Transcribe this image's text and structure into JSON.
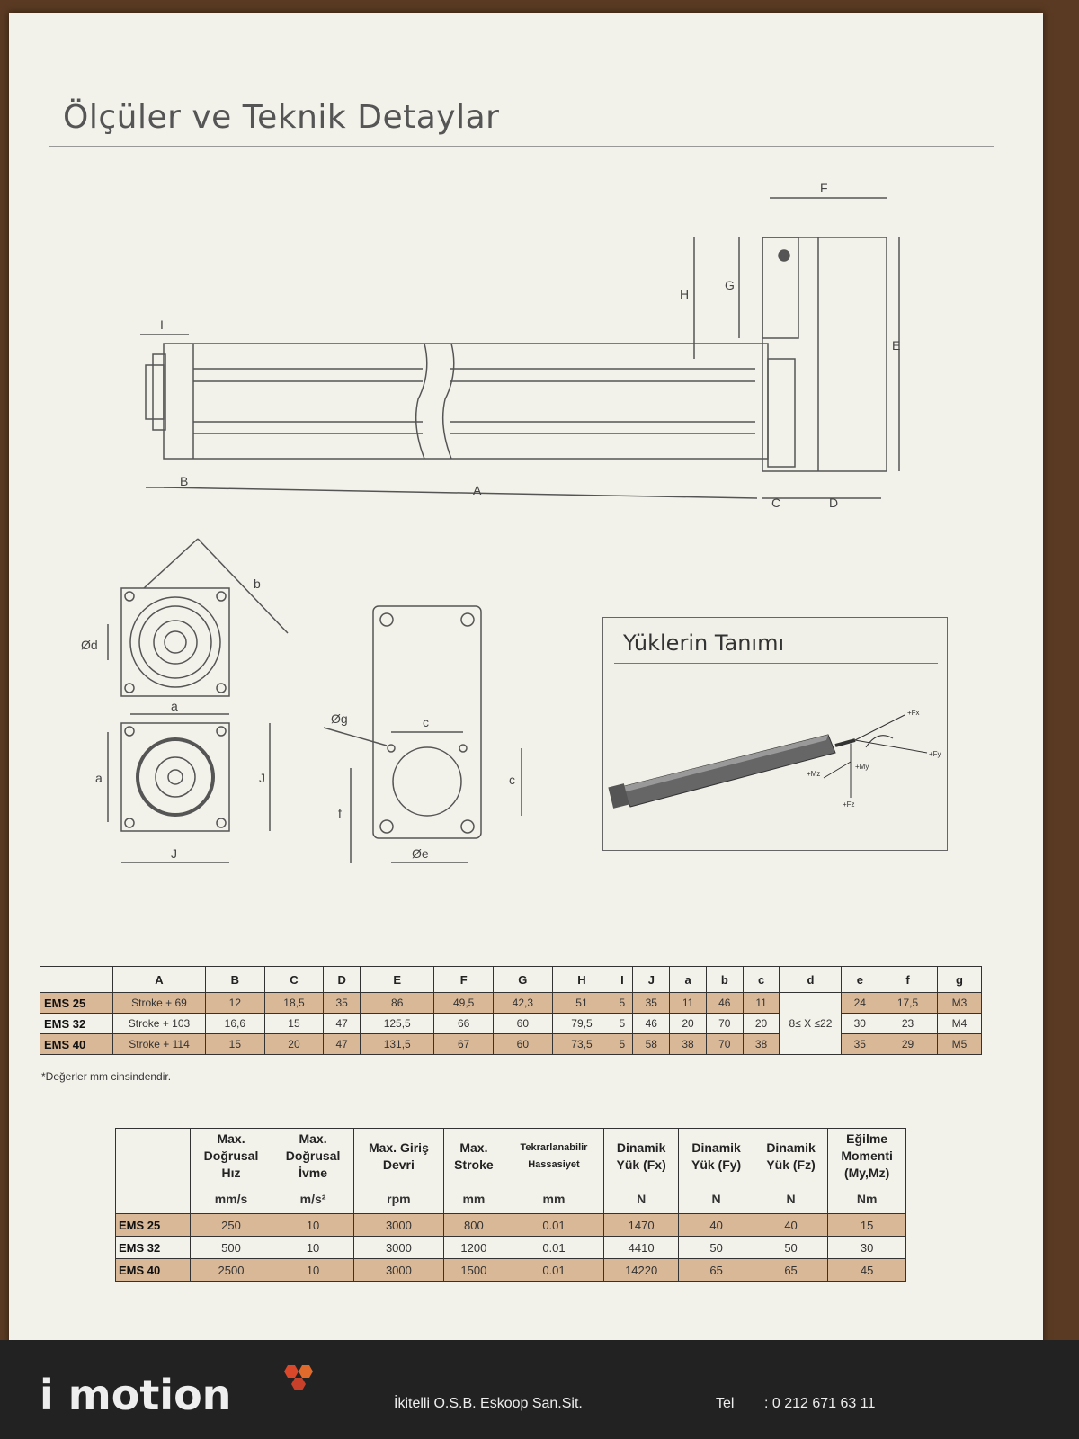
{
  "title": "Ölçüler ve Teknik Detaylar",
  "drawing_labels": {
    "I": "I",
    "B": "B",
    "A": "A",
    "C": "C",
    "D": "D",
    "E": "E",
    "F": "F",
    "G": "G",
    "H": "H",
    "b": "b",
    "d": "Ød",
    "a_top": "a",
    "a_side": "a",
    "J_bottom": "J",
    "J_side": "J",
    "g": "Øg",
    "c_top": "c",
    "c_side": "c",
    "f": "f",
    "e": "Øe"
  },
  "loads": {
    "title": "Yüklerin Tanımı",
    "labels": {
      "fx": "+Fx",
      "fy": "+Fy",
      "my": "+My",
      "mz": "+Mz",
      "fz": "+Fz"
    }
  },
  "dimension_table": {
    "headers": [
      "",
      "A",
      "B",
      "C",
      "D",
      "E",
      "F",
      "G",
      "H",
      "I",
      "J",
      "a",
      "b",
      "c",
      "d",
      "e",
      "f",
      "g"
    ],
    "rows": [
      {
        "model": "EMS 25",
        "cells": [
          "Stroke + 69",
          "12",
          "18,5",
          "35",
          "86",
          "49,5",
          "42,3",
          "51",
          "5",
          "35",
          "11",
          "46",
          "11"
        ],
        "tail": [
          "24",
          "17,5",
          "M3"
        ]
      },
      {
        "model": "EMS 32",
        "cells": [
          "Stroke + 103",
          "16,6",
          "15",
          "47",
          "125,5",
          "66",
          "60",
          "79,5",
          "5",
          "46",
          "20",
          "70",
          "20"
        ],
        "tail": [
          "30",
          "23",
          "M4"
        ]
      },
      {
        "model": "EMS 40",
        "cells": [
          "Stroke + 114",
          "15",
          "20",
          "47",
          "131,5",
          "67",
          "60",
          "73,5",
          "5",
          "58",
          "38",
          "70",
          "38"
        ],
        "tail": [
          "35",
          "29",
          "M5"
        ]
      }
    ],
    "d_merged": "8≤ X ≤22",
    "footnote": "*Değerler mm cinsindendir."
  },
  "spec_table": {
    "headers": [
      [
        "Max.",
        "Doğrusal",
        "Hız"
      ],
      [
        "Max.",
        "Doğrusal",
        "İvme"
      ],
      [
        "Max. Giriş",
        "Devri"
      ],
      [
        "Max.",
        "Stroke"
      ],
      [
        "Tekrarlanabilir",
        "Hassasiyet"
      ],
      [
        "Dinamik",
        "Yük (Fx)"
      ],
      [
        "Dinamik",
        "Yük (Fy)"
      ],
      [
        "Dinamik",
        "Yük (Fz)"
      ],
      [
        "Eğilme",
        "Momenti",
        "(My,Mz)"
      ]
    ],
    "units": [
      "mm/s",
      "m/s²",
      "rpm",
      "mm",
      "mm",
      "N",
      "N",
      "N",
      "Nm"
    ],
    "rows": [
      {
        "model": "EMS 25",
        "cells": [
          "250",
          "10",
          "3000",
          "800",
          "0.01",
          "1470",
          "40",
          "40",
          "15"
        ]
      },
      {
        "model": "EMS 32",
        "cells": [
          "500",
          "10",
          "3000",
          "1200",
          "0.01",
          "4410",
          "50",
          "50",
          "30"
        ]
      },
      {
        "model": "EMS 40",
        "cells": [
          "2500",
          "10",
          "3000",
          "1500",
          "0.01",
          "14220",
          "65",
          "65",
          "45"
        ]
      }
    ]
  },
  "footer": {
    "logo": "i motion",
    "address": "İkitelli O.S.B. Eskoop San.Sit.",
    "tel_label": "Tel",
    "tel": ": 0 212 671 63 11"
  },
  "colors": {
    "paper": "#f3f2ea",
    "row_shade": "#d9b898",
    "footer": "#222222"
  }
}
